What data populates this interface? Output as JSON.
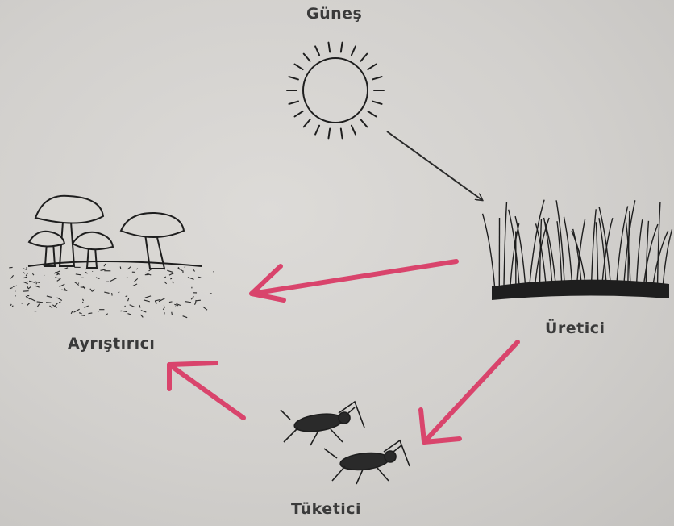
{
  "nodes": {
    "sun": "Güneş",
    "producer": "Üretici",
    "decomposer": "Ayrıştırıcı",
    "consumer": "Tüketici"
  },
  "colors": {
    "energy_arrow": "#2a2a2a",
    "matter_arrow": "#d9446c",
    "drawing": "#1e1e1e"
  }
}
